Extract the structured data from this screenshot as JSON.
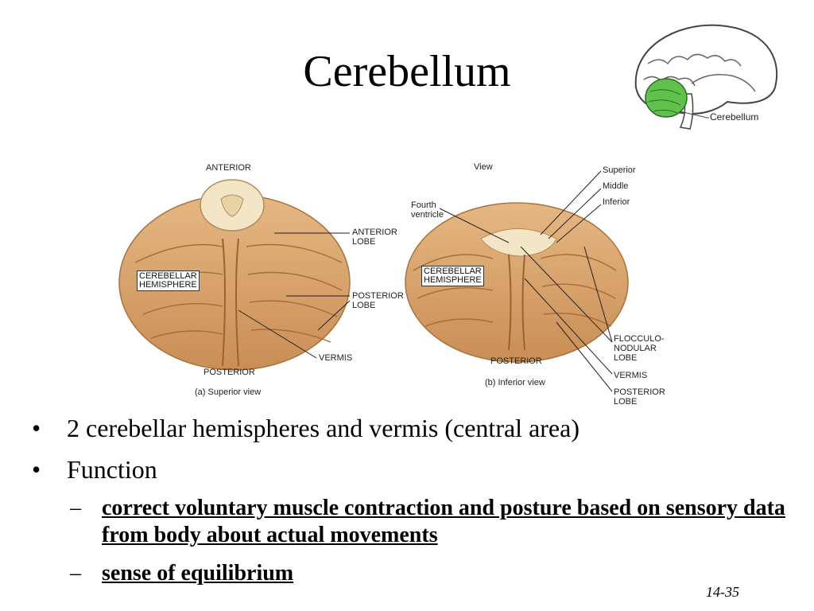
{
  "slide": {
    "title": "Cerebellum",
    "page_number": "14-35"
  },
  "brain_inset": {
    "label": "Cerebellum",
    "highlight_color": "#5fc24a"
  },
  "figure": {
    "superior": {
      "anterior_label": "ANTERIOR",
      "posterior_label": "POSTERIOR",
      "caption": "(a) Superior view",
      "hemisphere_label_line1": "CEREBELLAR",
      "hemisphere_label_line2": "HEMISPHERE",
      "anterior_lobe_line1": "ANTERIOR",
      "anterior_lobe_line2": "LOBE",
      "posterior_lobe_line1": "POSTERIOR",
      "posterior_lobe_line2": "LOBE",
      "vermis": "VERMIS"
    },
    "inferior": {
      "view_label": "View",
      "superior": "Superior",
      "middle": "Middle",
      "inferior": "Inferior",
      "fourth_line1": "Fourth",
      "fourth_line2": "ventricle",
      "hemisphere_label_line1": "CEREBELLAR",
      "hemisphere_label_line2": "HEMISPHERE",
      "posterior_label": "POSTERIOR",
      "caption": "(b) Inferior view",
      "flocc_line1": "FLOCCULO-",
      "flocc_line2": "NODULAR",
      "flocc_line3": "LOBE",
      "vermis": "VERMIS",
      "posterior_lobe_line1": "POSTERIOR",
      "posterior_lobe_line2": "LOBE"
    },
    "tissue_color": "#d9a36a"
  },
  "bullets": [
    {
      "text": "2 cerebellar hemispheres and vermis (central area)"
    },
    {
      "text": "Function"
    }
  ],
  "sub_bullets": [
    {
      "text": "correct voluntary muscle contraction and posture based on sensory data from body about actual movements"
    },
    {
      "text": "sense of equilibrium"
    }
  ]
}
